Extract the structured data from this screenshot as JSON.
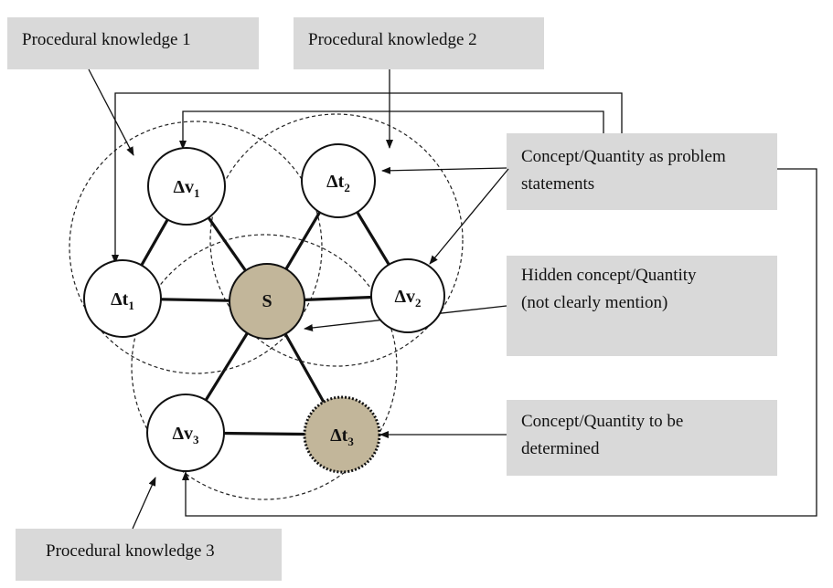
{
  "labels": {
    "procedural_1": "Procedural knowledge 1",
    "procedural_2": "Procedural knowledge 2",
    "procedural_3": "Procedural knowledge  3",
    "problem_statements_line1": "Concept/Quantity as problem",
    "problem_statements_line2": "statements",
    "hidden_line1": "Hidden concept/Quantity",
    "hidden_line2": "(not clearly mention)",
    "determined_line1": "Concept/Quantity to be",
    "determined_line2": "determined"
  },
  "nodes": {
    "dv1": {
      "main": "Δv",
      "sub": "1"
    },
    "dt2": {
      "main": "Δt",
      "sub": "2"
    },
    "dt1": {
      "main": "Δt",
      "sub": "1"
    },
    "s": {
      "main": "S"
    },
    "dv2": {
      "main": "Δv",
      "sub": "2"
    },
    "dv3": {
      "main": "Δv",
      "sub": "3"
    },
    "dt3": {
      "main": "Δt",
      "sub": "3"
    }
  },
  "colors": {
    "label_box": "#d9d9d9",
    "hidden_node": "#c2b69a",
    "target_node": "#c2b69a",
    "node_fill": "#ffffff",
    "line": "#111111"
  }
}
